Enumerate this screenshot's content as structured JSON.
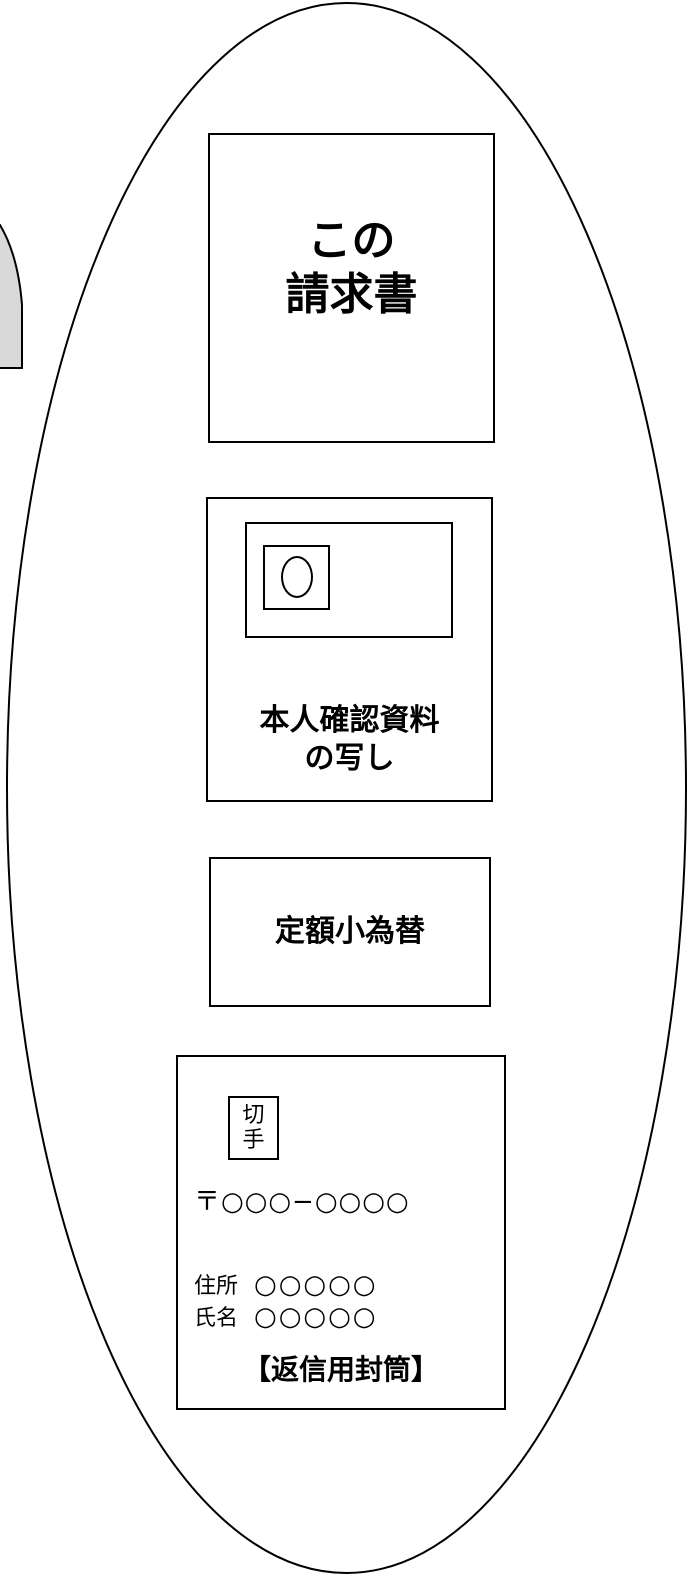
{
  "request_form": {
    "label": "この\n請求書"
  },
  "id_document": {
    "label": "本人確認資料\nの写し",
    "photo_mark": "○"
  },
  "money_order": {
    "label": "定額小為替"
  },
  "return_envelope": {
    "stamp_label": "切\n手",
    "postal_code": "〒○○○−○○○○",
    "address_label": "住所",
    "address_value": "○○○○○",
    "name_label": "氏名",
    "name_value": "○○○○○",
    "caption": "【返信用封筒】"
  },
  "colors": {
    "line": "#000000",
    "background": "#ffffff",
    "tab_fill": "#d9d9d9"
  }
}
